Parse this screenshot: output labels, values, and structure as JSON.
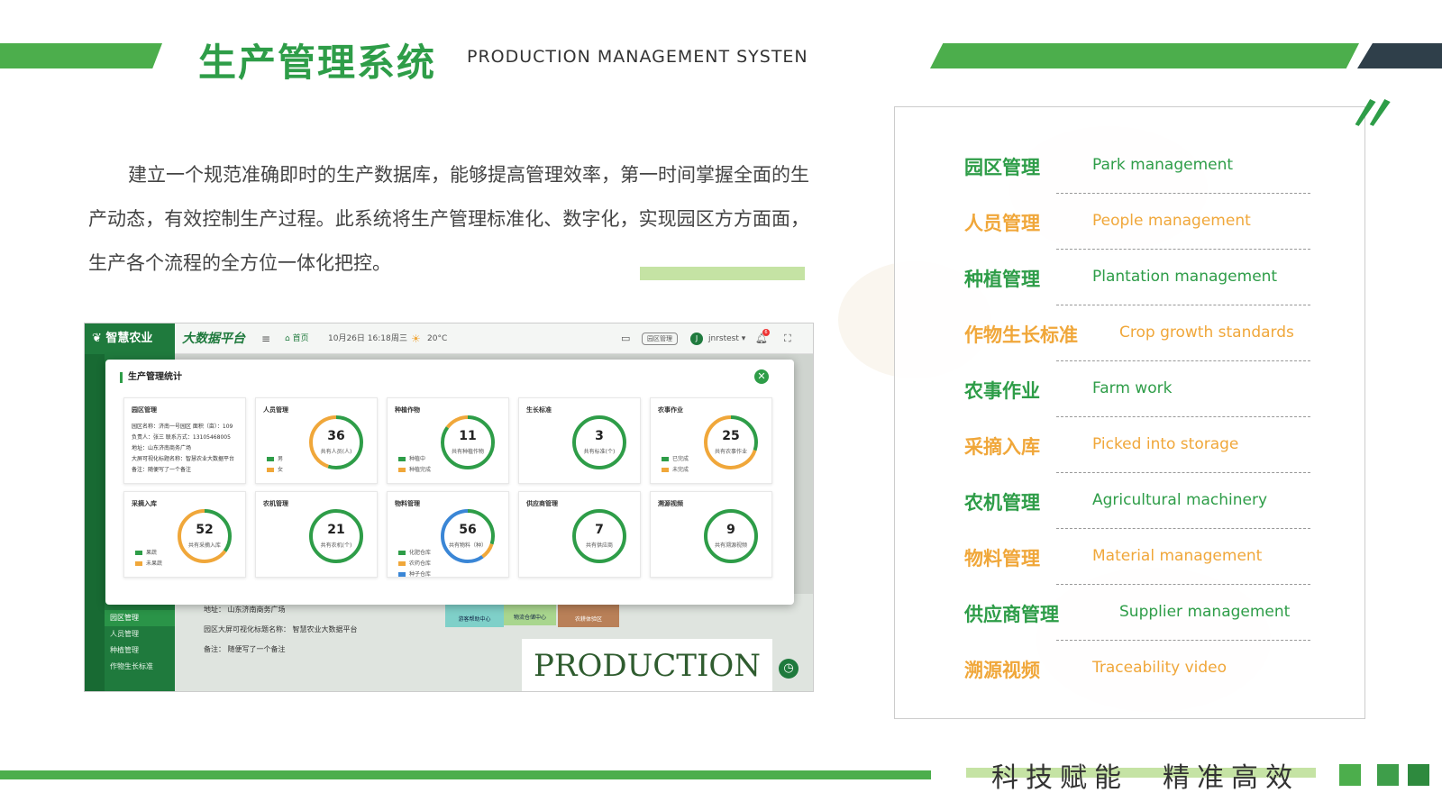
{
  "header": {
    "title_cn": "生产管理系统",
    "title_en": "PRODUCTION MANAGEMENT SYSTEN"
  },
  "description": "建立一个规范准确即时的生产数据库，能够提高管理效率，第一时间掌握全面的生产动态，有效控制生产过程。此系统将生产管理标准化、数字化，实现园区方方面面，生产各个流程的全方位一体化把控。",
  "screenshot": {
    "logo": "智慧农业",
    "platform": "大数据平台",
    "home": "首页",
    "date": "10月26日 16:18",
    "weekday": "周三",
    "temperature": "20°C",
    "park_button": "园区管理",
    "username": "jnrstest",
    "notify_count": "6",
    "sidebar_items": [
      "园区管理",
      "人员管理",
      "种植管理",
      "作物生长标准"
    ],
    "map_info": {
      "address": "地址：  山东济南商务广场",
      "screen_title": "园区大屏可视化标题名称：  智慧农业大数据平台",
      "remark": "备注：  随便写了一个备注"
    },
    "map_labels": [
      "游客帮助中心",
      "物流仓储中心",
      "农耕体验区"
    ],
    "modal": {
      "title": "生产管理统计",
      "park_card": {
        "title": "园区管理",
        "lines": [
          "园区名称：济南一号园区  面积（亩）：109",
          "负责人：张三   联系方式：13105468005",
          "地址：山东济南商务广场",
          "大屏可视化标题名称：智慧农业大数据平台",
          "备注：随便写了一个备注"
        ]
      },
      "cards": [
        {
          "title": "人员管理",
          "value": "36",
          "label": "共有人员(人)",
          "legend": [
            "男",
            "女"
          ],
          "colors": [
            "#2e9d48",
            "#f0a73a"
          ],
          "fractions": [
            0.55,
            0.45
          ]
        },
        {
          "title": "种植作物",
          "value": "11",
          "label": "共有种植作物",
          "legend": [
            "种植中",
            "种植完成"
          ],
          "colors": [
            "#2e9d48",
            "#f0a73a"
          ],
          "fractions": [
            0.85,
            0.15
          ]
        },
        {
          "title": "生长标准",
          "value": "3",
          "label": "共有标准(个)",
          "legend": [],
          "colors": [
            "#2e9d48"
          ],
          "fractions": [
            1
          ]
        },
        {
          "title": "农事作业",
          "value": "25",
          "label": "共有农事作业",
          "legend": [
            "已完成",
            "未完成"
          ],
          "colors": [
            "#2e9d48",
            "#f0a73a"
          ],
          "fractions": [
            0.3,
            0.7
          ]
        },
        {
          "title": "采摘入库",
          "value": "52",
          "label": "共有采摘入库",
          "legend": [
            "果蔬",
            "未果蔬"
          ],
          "colors": [
            "#2e9d48",
            "#f0a73a"
          ],
          "fractions": [
            0.35,
            0.65
          ]
        },
        {
          "title": "农机管理",
          "value": "21",
          "label": "共有农机(个)",
          "legend": [],
          "colors": [
            "#2e9d48"
          ],
          "fractions": [
            1
          ]
        },
        {
          "title": "物料管理",
          "value": "56",
          "label": "共有物料（种）",
          "legend": [
            "化肥仓库",
            "农药仓库",
            "种子仓库"
          ],
          "colors": [
            "#2e9d48",
            "#f0a73a",
            "#3a86d6"
          ],
          "fractions": [
            0.3,
            0.1,
            0.6
          ]
        },
        {
          "title": "供应商管理",
          "value": "7",
          "label": "共有供应商",
          "legend": [],
          "colors": [
            "#2e9d48"
          ],
          "fractions": [
            1
          ]
        },
        {
          "title": "溯源视频",
          "value": "9",
          "label": "共有溯源视频",
          "legend": [],
          "colors": [
            "#2e9d48"
          ],
          "fractions": [
            1
          ]
        }
      ]
    },
    "watermark": "PRODUCTION"
  },
  "features": [
    {
      "cn": "园区管理",
      "en": "Park management",
      "color": "green"
    },
    {
      "cn": "人员管理",
      "en": "People management",
      "color": "orange"
    },
    {
      "cn": "种植管理",
      "en": "Plantation management",
      "color": "green"
    },
    {
      "cn": "作物生长标准",
      "en": "Crop growth standards",
      "color": "orange"
    },
    {
      "cn": "农事作业",
      "en": "Farm work",
      "color": "green"
    },
    {
      "cn": "采摘入库",
      "en": "Picked into storage",
      "color": "orange"
    },
    {
      "cn": "农机管理",
      "en": "Agricultural machinery",
      "color": "green"
    },
    {
      "cn": "物料管理",
      "en": "Material management",
      "color": "orange"
    },
    {
      "cn": "供应商管理",
      "en": "Supplier management",
      "color": "green"
    },
    {
      "cn": "溯源视频",
      "en": "Traceability video",
      "color": "orange"
    }
  ],
  "footer": {
    "slogan": "科技赋能　精准高效"
  },
  "colors": {
    "green": "#2e9d48",
    "orange": "#f0a73a",
    "dark": "#2f3f4a",
    "light_green": "#c5e3a4"
  }
}
